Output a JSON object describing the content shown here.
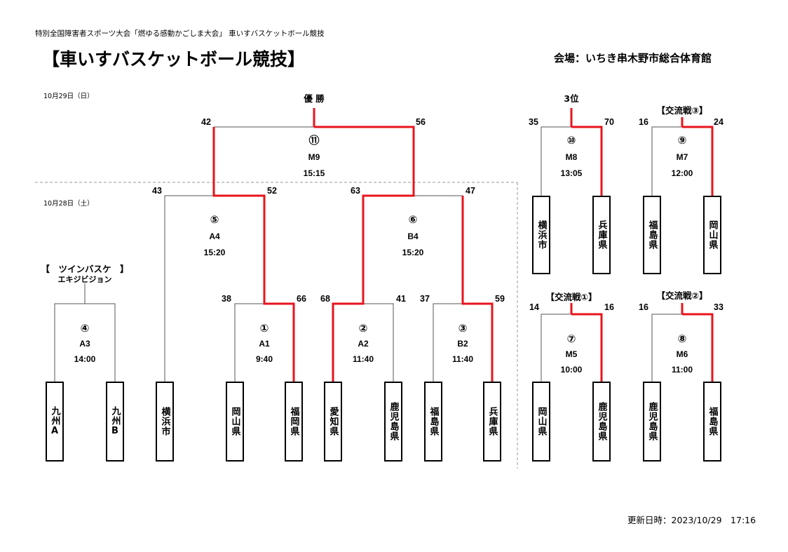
{
  "header": {
    "subtitle": "特別全国障害者スポーツ大会「燃ゆる感動かごしま大会」 車いすバスケットボール競技",
    "title": "【車いすバスケットボール競技】",
    "venue": "会場：いちき串木野市総合体育館"
  },
  "dates": {
    "day2": "10月29日（日）",
    "day1": "10月28日（土）"
  },
  "labels": {
    "final": "優 勝",
    "third": "3位",
    "exchange3": "【交流戦③】",
    "exchange1": "【交流戦①】",
    "exchange2": "【交流戦②】",
    "twin_line1": "【　ツインバスケ　】",
    "twin_line2": "エキジビジョン"
  },
  "matches": {
    "m11": {
      "num": "⑪",
      "code": "M9",
      "time": "15:15",
      "score_left": "42",
      "score_right": "56"
    },
    "m5": {
      "num": "⑤",
      "code": "A4",
      "time": "15:20",
      "score_left": "43",
      "score_right": "52"
    },
    "m6": {
      "num": "⑥",
      "code": "B4",
      "time": "15:20",
      "score_left": "63",
      "score_right": "47"
    },
    "m1": {
      "num": "①",
      "code": "A1",
      "time": "9:40",
      "score_left": "38",
      "score_right": "66"
    },
    "m2": {
      "num": "②",
      "code": "A2",
      "time": "11:40",
      "score_left": "68",
      "score_right": "41"
    },
    "m3": {
      "num": "③",
      "code": "B2",
      "time": "11:40",
      "score_left": "37",
      "score_right": "59"
    },
    "m4": {
      "num": "④",
      "code": "A3",
      "time": "14:00"
    },
    "m10": {
      "num": "⑩",
      "code": "M8",
      "time": "13:05",
      "score_left": "35",
      "score_right": "70"
    },
    "m9": {
      "num": "⑨",
      "code": "M7",
      "time": "12:00",
      "score_left": "16",
      "score_right": "24"
    },
    "m7": {
      "num": "⑦",
      "code": "M5",
      "time": "10:00",
      "score_left": "14",
      "score_right": "16"
    },
    "m8": {
      "num": "⑧",
      "code": "M6",
      "time": "11:00",
      "score_left": "16",
      "score_right": "33"
    }
  },
  "teams": {
    "kyushu_a": "九州A",
    "kyushu_b": "九州B",
    "yokohama": "横浜市",
    "okayama": "岡山県",
    "fukuoka": "福岡県",
    "aichi": "愛知県",
    "kagoshima": "鹿児島県",
    "fukushima": "福島県",
    "hyogo": "兵庫県",
    "r_yokohama": "横浜市",
    "r_hyogo": "兵庫県",
    "r_fukushima": "福島県",
    "r_okayama": "岡山県",
    "r_okayama2": "岡山県",
    "r_kagoshima": "鹿児島県",
    "r_kagoshima2": "鹿児島県",
    "r_fukushima2": "福島県"
  },
  "footer": {
    "updated": "更新日時：2023/10/29　17:16"
  },
  "colors": {
    "winner_line": "#e8141c",
    "line": "#555555",
    "divider": "#999999"
  }
}
